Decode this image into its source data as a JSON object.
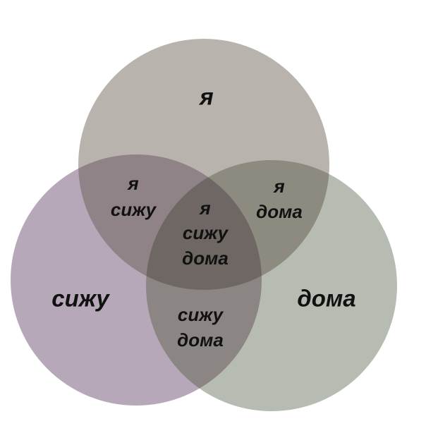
{
  "circles": [
    {
      "name": "ya",
      "label": "я",
      "color": "#b9b3ad"
    },
    {
      "name": "sizhu",
      "label": "сижу",
      "color": "#b6a8b8"
    },
    {
      "name": "doma",
      "label": "дома",
      "color": "#b7bcb3"
    }
  ],
  "overlaps": {
    "ya_sizhu": [
      "я",
      "сижу"
    ],
    "ya_doma": [
      "я",
      "дома"
    ],
    "sizhu_doma": [
      "сижу",
      "дома"
    ],
    "all": [
      "я",
      "сижу",
      "дома"
    ]
  },
  "colors": {
    "ya_sizhu": "#8f8388",
    "ya_doma": "#8d8b80",
    "sizhu_doma": "#8b8583",
    "all": "#6e6764",
    "background": "#ffffff"
  }
}
